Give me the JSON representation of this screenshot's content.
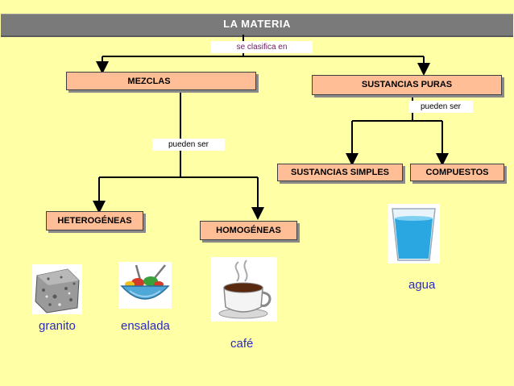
{
  "diagram": {
    "root": "LA MATERIA",
    "classifies_label": "se clasifica en",
    "mixtures": "MEZCLAS",
    "pure_substances": "SUSTANCIAS PURAS",
    "mixtures_can_be": "pueden ser",
    "pure_can_be": "pueden ser",
    "simple_substances": "SUSTANCIAS SIMPLES",
    "compounds": "COMPUESTOS",
    "heterogeneous": "HETEROGÉNEAS",
    "homogeneous": "HOMOGÉNEAS"
  },
  "examples": {
    "granite": "granito",
    "salad": "ensalada",
    "coffee": "café",
    "water": "agua"
  },
  "colors": {
    "background": "#ffffa6",
    "node_fill": "#ffbe96",
    "title_bar": "#7a7a7a",
    "caption_text": "#2a2ac8",
    "connector": "#000000"
  },
  "icons": [
    "granite-rock-icon",
    "salad-bowl-icon",
    "coffee-cup-icon",
    "water-glass-icon"
  ]
}
